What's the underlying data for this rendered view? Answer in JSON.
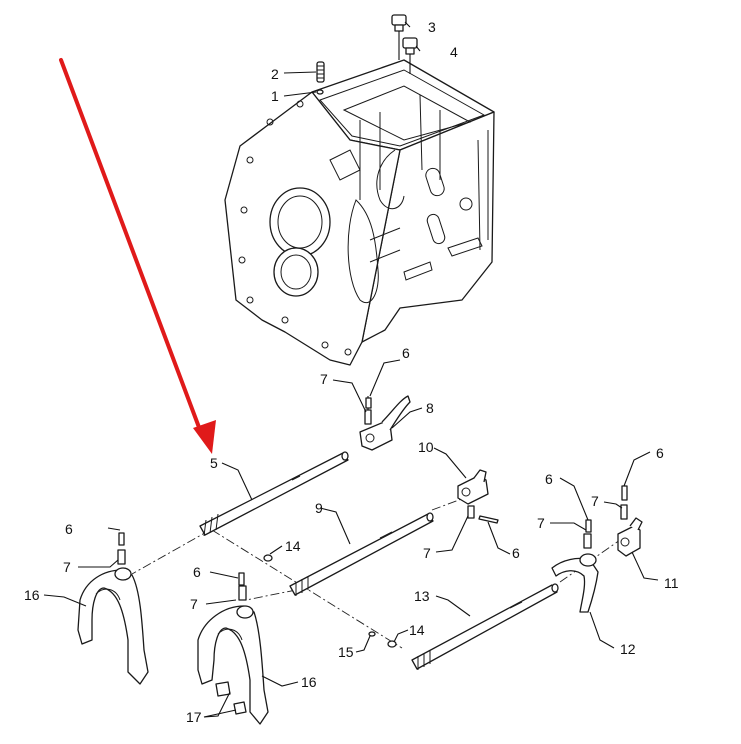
{
  "callouts": [
    {
      "id": "c1",
      "label": "1"
    },
    {
      "id": "c2",
      "label": "2"
    },
    {
      "id": "c3",
      "label": "3"
    },
    {
      "id": "c4",
      "label": "4"
    },
    {
      "id": "c5",
      "label": "5"
    },
    {
      "id": "c6a",
      "label": "6"
    },
    {
      "id": "c7a",
      "label": "7"
    },
    {
      "id": "c8",
      "label": "8"
    },
    {
      "id": "c9",
      "label": "9"
    },
    {
      "id": "c10",
      "label": "10"
    },
    {
      "id": "c6b",
      "label": "6"
    },
    {
      "id": "c7b",
      "label": "7"
    },
    {
      "id": "c6c",
      "label": "6"
    },
    {
      "id": "c7c",
      "label": "7"
    },
    {
      "id": "c6d",
      "label": "6"
    },
    {
      "id": "c7d",
      "label": "7"
    },
    {
      "id": "c6e",
      "label": "6"
    },
    {
      "id": "c7e",
      "label": "7"
    },
    {
      "id": "c6f",
      "label": "6"
    },
    {
      "id": "c7f",
      "label": "7"
    },
    {
      "id": "c11",
      "label": "11"
    },
    {
      "id": "c12",
      "label": "12"
    },
    {
      "id": "c13",
      "label": "13"
    },
    {
      "id": "c14a",
      "label": "14"
    },
    {
      "id": "c14b",
      "label": "14"
    },
    {
      "id": "c15",
      "label": "15"
    },
    {
      "id": "c16a",
      "label": "16"
    },
    {
      "id": "c16b",
      "label": "16"
    },
    {
      "id": "c17",
      "label": "17"
    }
  ],
  "colors": {
    "line": "#1a1a1a",
    "highlight_arrow": "#e01a1a",
    "background": "#ffffff"
  }
}
